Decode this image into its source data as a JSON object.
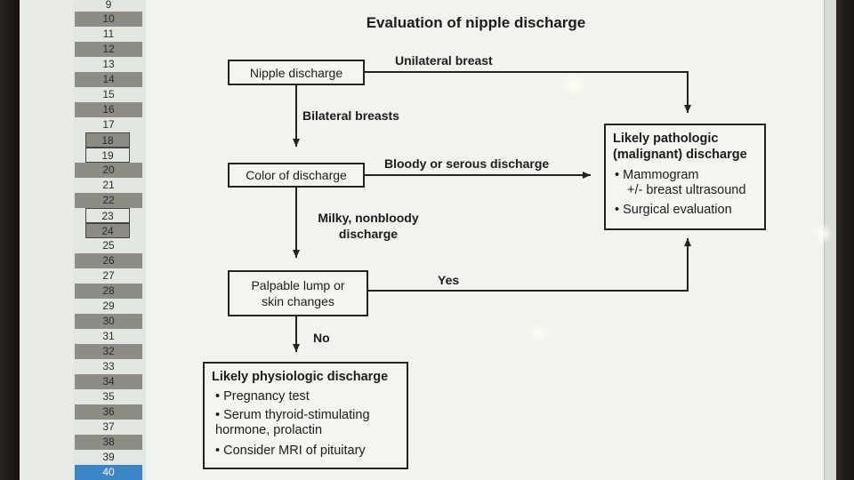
{
  "spreadsheet": {
    "row_numbers": [
      "9",
      "10",
      "11",
      "12",
      "13",
      "14",
      "15",
      "16",
      "17",
      "18",
      "19",
      "20",
      "21",
      "22",
      "23",
      "24",
      "25",
      "26",
      "27",
      "28",
      "29",
      "30",
      "31",
      "32",
      "33",
      "34",
      "35",
      "36",
      "37",
      "38",
      "39",
      "40"
    ]
  },
  "slide": {
    "title": "Evaluation of nipple discharge",
    "nodes": {
      "nipple_discharge": "Nipple discharge",
      "color_of_discharge": "Color of discharge",
      "palpable_lump": "Palpable lump or skin changes",
      "pathologic": {
        "title": "Likely pathologic (malignant) discharge",
        "items": [
          "Mammogram",
          "+/- breast ultrasound",
          "Surgical evaluation"
        ]
      },
      "physiologic": {
        "title": "Likely physiologic discharge",
        "items": [
          "Pregnancy test",
          "Serum thyroid-stimulating hormone, prolactin",
          "Consider MRI of pituitary"
        ]
      }
    },
    "edges": {
      "unilateral": "Unilateral breast",
      "bilateral": "Bilateral breasts",
      "bloody": "Bloody or serous discharge",
      "milky": "Milky, nonbloody discharge",
      "yes": "Yes",
      "no": "No"
    }
  },
  "colors": {
    "line": "#222222",
    "slide_bg": "#f1f3ef",
    "row_highlight": "#8d8d86",
    "selected_row": "#3d86c6"
  }
}
